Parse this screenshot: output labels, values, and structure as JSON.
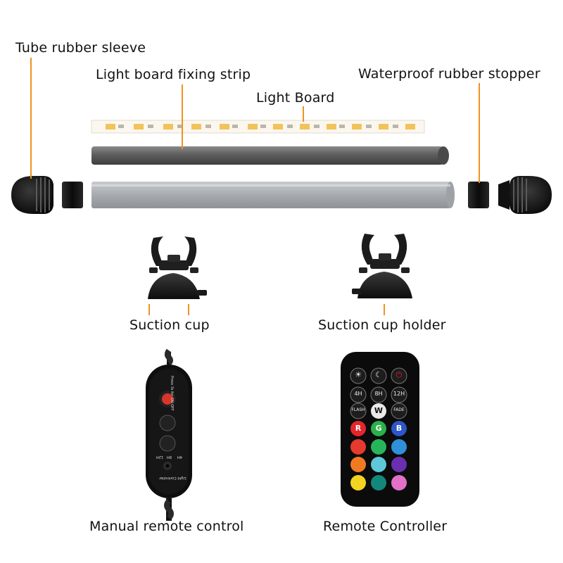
{
  "labels": {
    "tube_rubber_sleeve": "Tube rubber sleeve",
    "light_board_fixing_strip": "Light board fixing strip",
    "light_board": "Light Board",
    "waterproof_rubber_stopper": "Waterproof rubber stopper",
    "suction_cup": "Suction cup",
    "suction_cup_holder": "Suction cup holder",
    "manual_remote_control": "Manual remote control",
    "remote_controller": "Remote Controller"
  },
  "manual_remote": {
    "power_label": "Press 3s for ON-OFF",
    "timer_labels": [
      "4H",
      "8H",
      "12H"
    ],
    "brand_text": "Light Controller"
  },
  "ir_remote": {
    "row1": [
      "☀",
      "☾",
      "⏻"
    ],
    "row2": [
      "4H",
      "8H",
      "12H"
    ],
    "row3": [
      "FLASH",
      "W",
      "FADE"
    ],
    "row4": [
      "R",
      "G",
      "B"
    ]
  },
  "colors": {
    "leader_line": "#f0931e",
    "product_black": "#141414",
    "led_chip": "#f3c25a"
  }
}
